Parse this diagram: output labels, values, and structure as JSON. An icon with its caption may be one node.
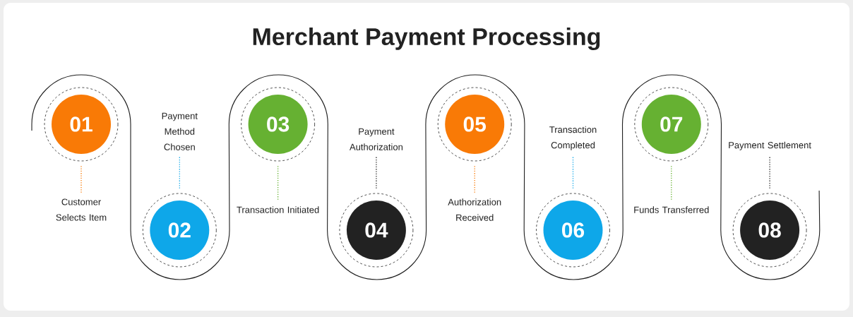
{
  "diagram": {
    "title": "Merchant Payment Processing",
    "nodes": [
      {
        "text": [
          "01"
        ]
      },
      {
        "text": [
          "Customer Selects Item"
        ]
      },
      {
        "text": [
          "02"
        ]
      },
      {
        "text": [
          "Payment Method Chosen"
        ]
      },
      {
        "text": [
          "03"
        ]
      },
      {
        "text": [
          "Transaction Initiated"
        ]
      },
      {
        "text": [
          "04"
        ]
      },
      {
        "text": [
          "Payment Authorization"
        ]
      },
      {
        "text": [
          "05"
        ]
      },
      {
        "text": [
          "Authorization Received"
        ]
      },
      {
        "text": [
          "06"
        ]
      },
      {
        "text": [
          "Transaction Completed"
        ]
      },
      {
        "text": [
          "07"
        ]
      },
      {
        "text": [
          "Funds Transferred"
        ]
      },
      {
        "text": [
          "08"
        ]
      },
      {
        "text": [
          "Payment Settlement"
        ]
      }
    ],
    "edges": [
      {
        "from": 0,
        "to": 1,
        "arrow": "none",
        "style": "dashed",
        "color": "#f97a06"
      },
      {
        "from": 2,
        "to": 3,
        "arrow": "none",
        "style": "dashed",
        "color": "#0ea7e9"
      },
      {
        "from": 4,
        "to": 5,
        "arrow": "none",
        "style": "dashed",
        "color": "#66b132"
      },
      {
        "from": 6,
        "to": 7,
        "arrow": "none",
        "style": "dashed",
        "color": "#222222"
      },
      {
        "from": 8,
        "to": 9,
        "arrow": "none",
        "style": "dashed",
        "color": "#f97a06"
      },
      {
        "from": 10,
        "to": 11,
        "arrow": "none",
        "style": "dashed",
        "color": "#0ea7e9"
      },
      {
        "from": 12,
        "to": 13,
        "arrow": "none",
        "style": "dashed",
        "color": "#66b132"
      },
      {
        "from": 14,
        "to": 15,
        "arrow": "none",
        "style": "dashed",
        "color": "#222222"
      }
    ]
  }
}
